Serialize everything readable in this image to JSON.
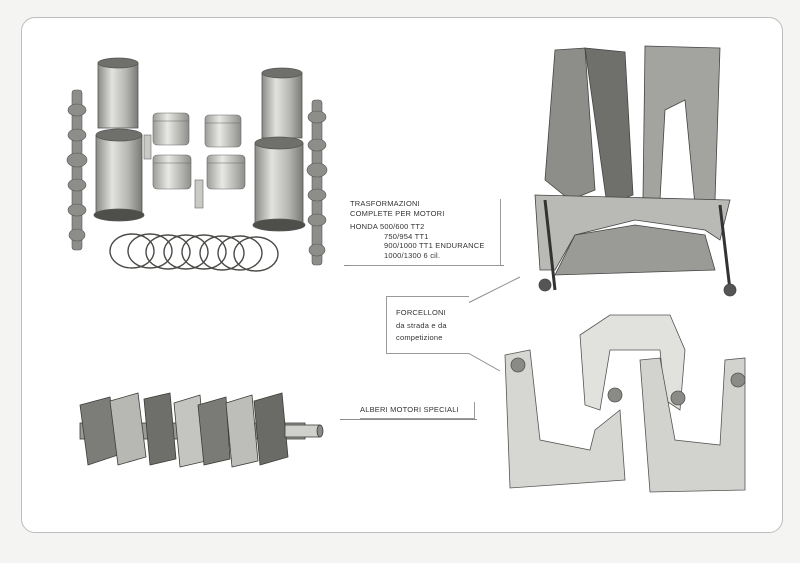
{
  "captions": {
    "engine": {
      "line1": "TRASFORMAZIONI",
      "line2": "COMPLETE PER MOTORI",
      "line3": "HONDA 500/600 TT2",
      "line4": "750/954 TT1",
      "line5": "900/1000 TT1 ENDURANCE",
      "line6": "1000/1300 6 cil."
    },
    "crankshaft": "ALBERI MOTORI SPECIALI",
    "swingarm": {
      "line1": "FORCELLONI",
      "line2": "da strada e da",
      "line3": "competizione"
    }
  },
  "colors": {
    "metal_light": "#d9d9d6",
    "metal_mid": "#a9a9a5",
    "metal_dark": "#6e6e6a",
    "ink": "#2a2a2a"
  }
}
